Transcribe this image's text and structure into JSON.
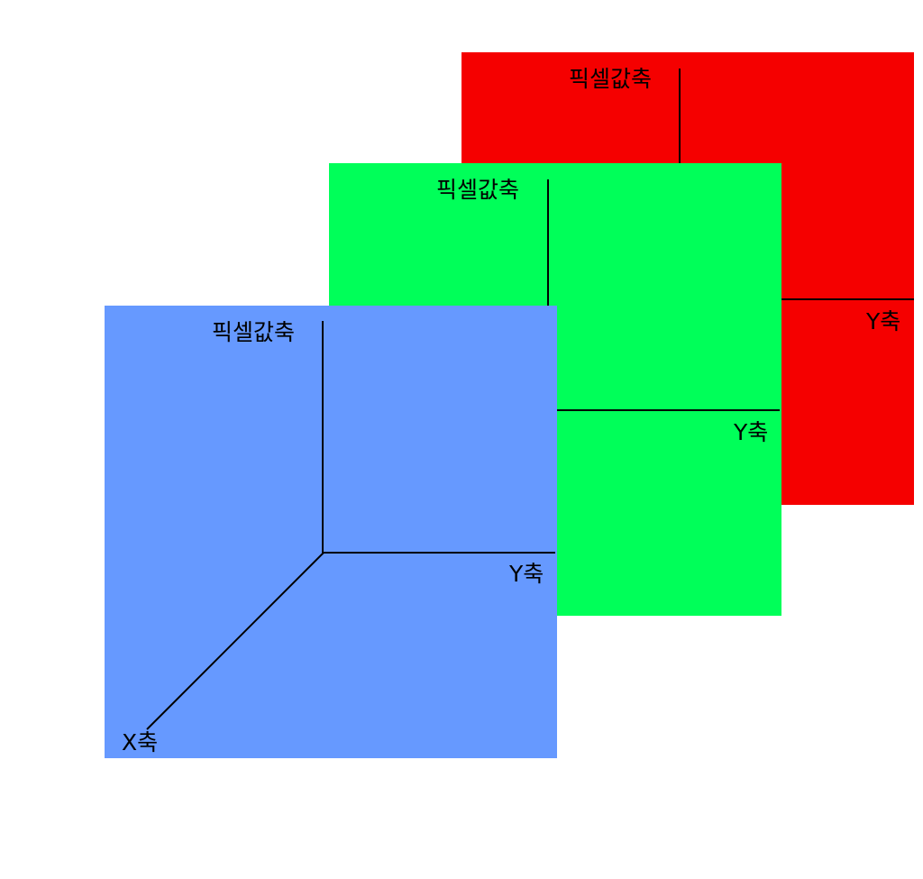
{
  "colors": {
    "background": "#ffffff",
    "red_plane": "#f50000",
    "green_plane": "#00ff59",
    "blue_plane": "#6699ff",
    "axis_line": "#000000"
  },
  "planes": [
    {
      "id": "red",
      "pixel_axis_label": "픽셀값축",
      "y_axis_label": "Y축"
    },
    {
      "id": "green",
      "pixel_axis_label": "픽셀값축",
      "y_axis_label": "Y축"
    },
    {
      "id": "blue",
      "pixel_axis_label": "픽셀값축",
      "y_axis_label": "Y축",
      "x_axis_label": "X축"
    }
  ]
}
